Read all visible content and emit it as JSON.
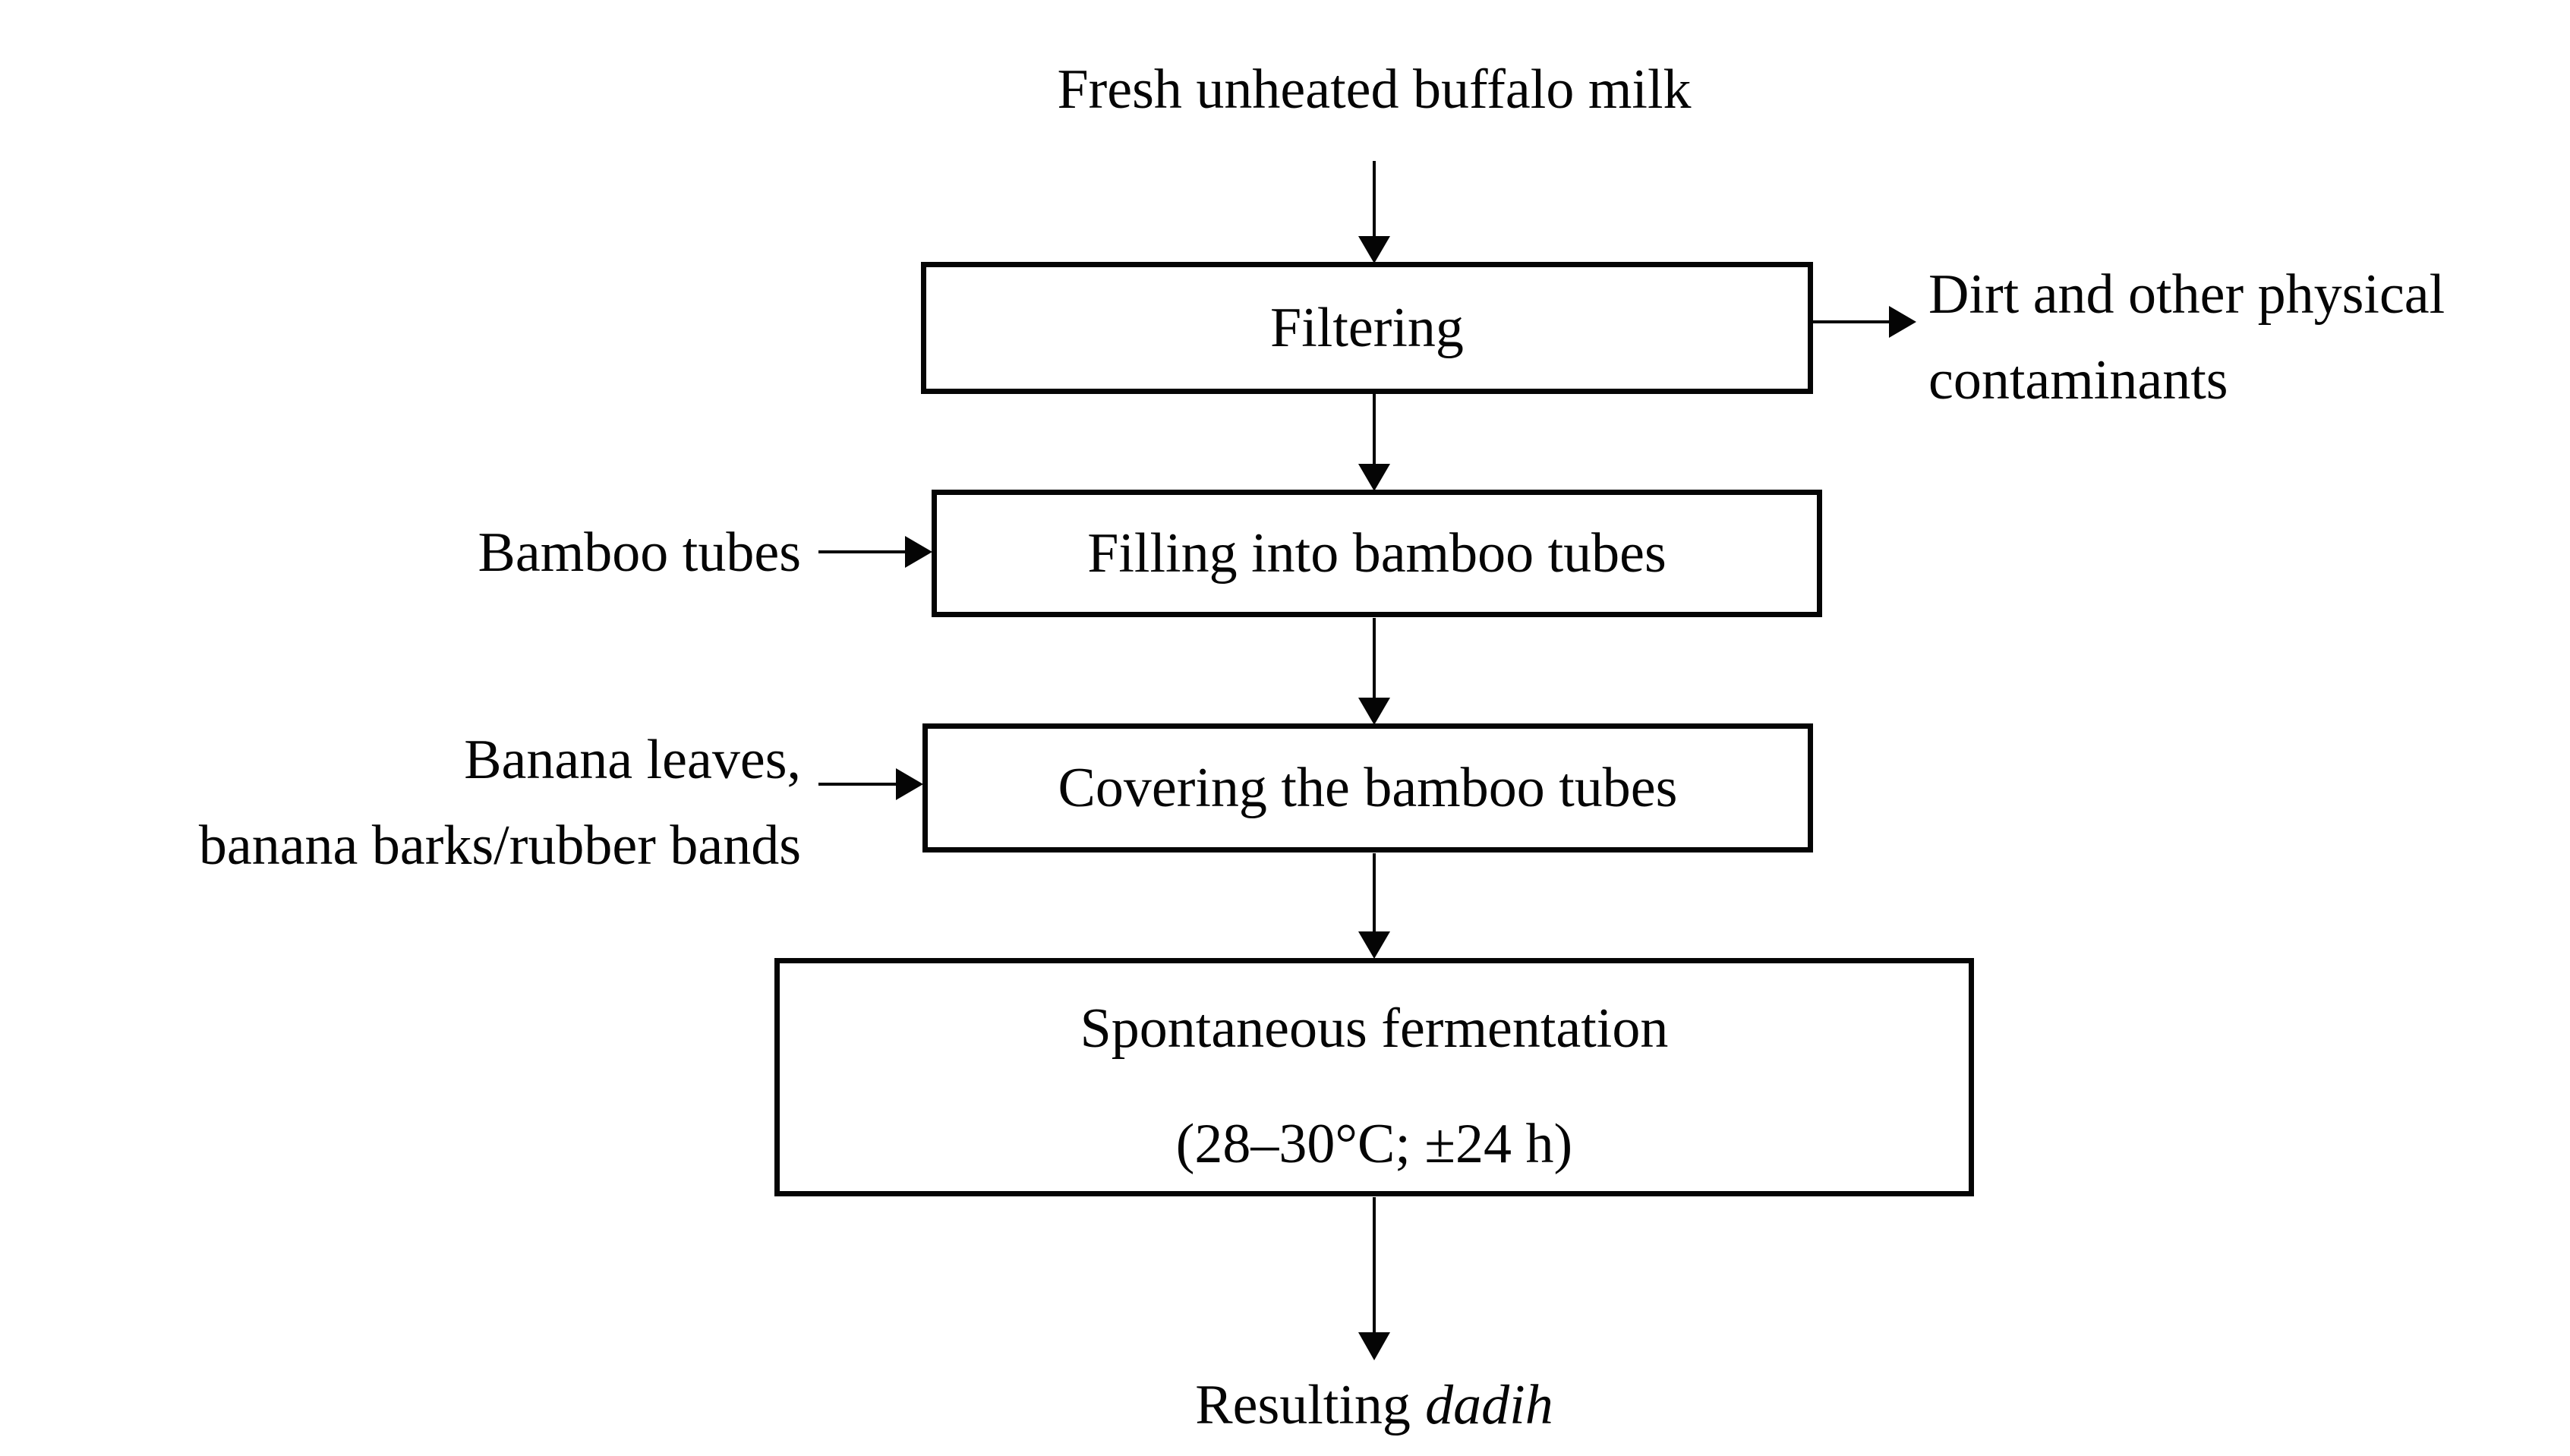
{
  "colors": {
    "background": "#ffffff",
    "ink": "#050505"
  },
  "flowchart": {
    "start": {
      "label": "Fresh unheated buffalo milk"
    },
    "steps": {
      "filtering": {
        "label": "Filtering"
      },
      "filling": {
        "label": "Filling into bamboo tubes"
      },
      "covering": {
        "label": "Covering the bamboo tubes"
      },
      "fermentation": {
        "line1": "Spontaneous fermentation",
        "line2": "(28–30°C; ±24 h)"
      }
    },
    "inputs": {
      "bamboo_tubes": {
        "label": "Bamboo tubes"
      },
      "banana": {
        "line1": "Banana leaves,",
        "line2": "banana barks/rubber bands"
      }
    },
    "outputs": {
      "contaminants": {
        "line1": "Dirt and other physical",
        "line2": "contaminants"
      },
      "result": {
        "prefix": "Resulting",
        "italic_term": "dadih"
      }
    }
  }
}
